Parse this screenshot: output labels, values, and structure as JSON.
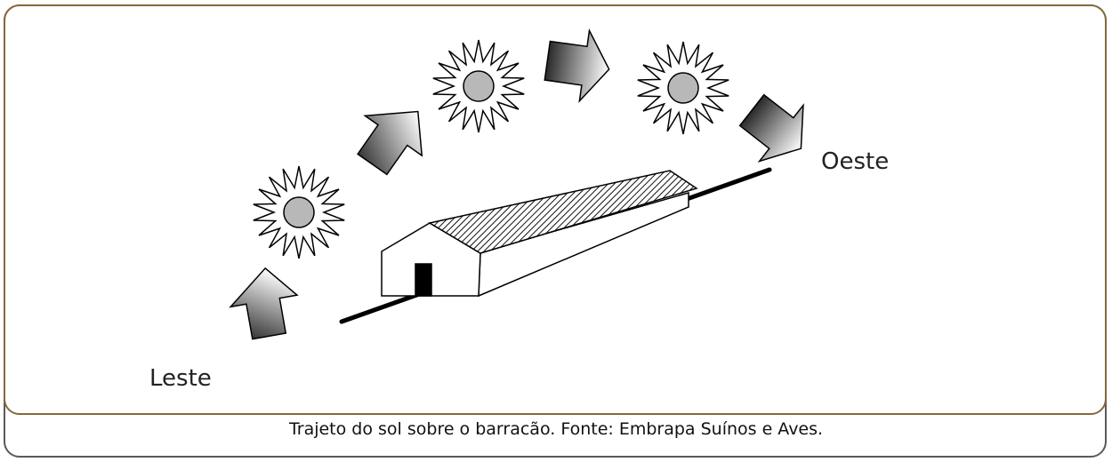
{
  "diagram": {
    "labels": {
      "east": "Leste",
      "west": "Oeste"
    },
    "caption": "Trajeto do sol sobre o barracão. Fonte: Embrapa Suínos e Aves."
  },
  "colors": {
    "panel_border": "#86683b",
    "outer_border": "#5a5a5a",
    "sun_core": "#b8b8b8",
    "arrow_dark": "#1e1e1e",
    "arrow_light": "#ffffff"
  },
  "icons": [
    "sun-icon",
    "arrow-icon",
    "poultry-house-icon"
  ]
}
